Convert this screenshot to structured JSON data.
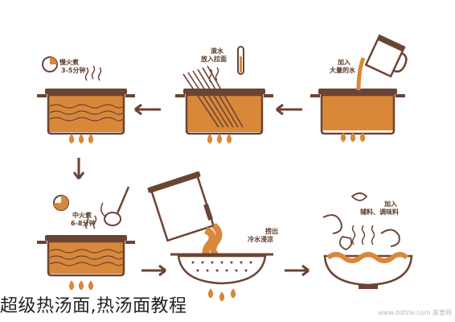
{
  "colors": {
    "brown": "#6b4433",
    "soup": "#d9883a",
    "flame": "#d9883a",
    "line": "#6b4433"
  },
  "steps": {
    "add_water": {
      "line1": "加入",
      "line2": "大量的水"
    },
    "boil_noodles": {
      "line1": "滚水",
      "line2": "放入拉面"
    },
    "low_heat_1": {
      "line1": "慢火煮",
      "line2": "3-5分钟"
    },
    "medium_heat": {
      "line1": "中火煮",
      "line2": "6-8分钟"
    },
    "drain": {
      "line1": "捞出",
      "line2": "冷水浸凉"
    },
    "add_ingredients": {
      "line1": "加入",
      "line2": "辅料、调味料"
    }
  },
  "caption": "超级热汤面,热汤面教程",
  "watermark": "www.ddfzle.com 美食网"
}
